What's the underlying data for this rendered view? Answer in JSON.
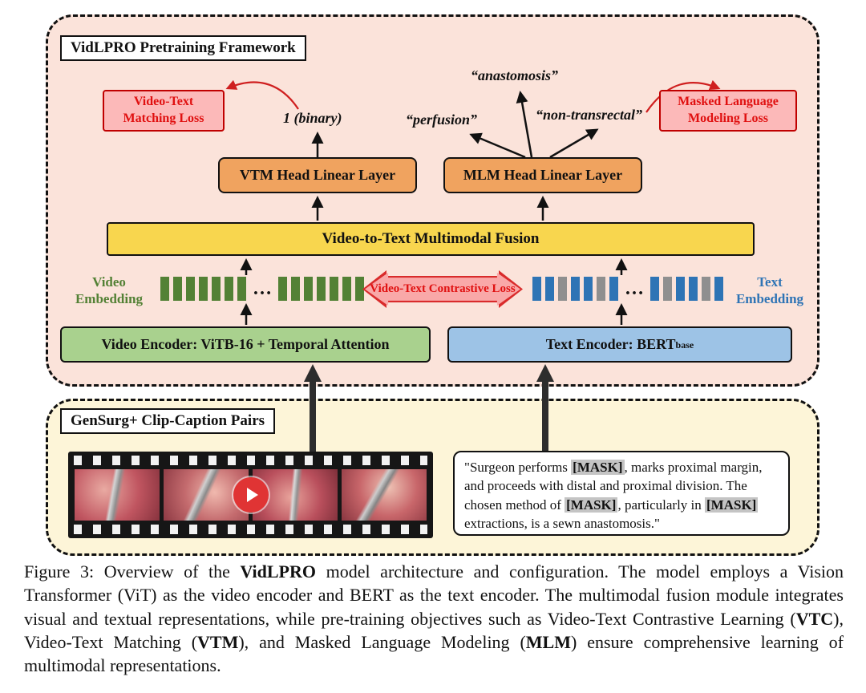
{
  "framework": {
    "title": "VidLPRO Pretraining Framework",
    "losses": {
      "vtm": "Video-Text Matching Loss",
      "mlm": "Masked Language Modeling Loss",
      "contrastive": "Video-Text Contrastive Loss"
    },
    "outputs": {
      "binary": "1 (binary)",
      "anastomosis": "“anastomosis”",
      "perfusion": "“perfusion”",
      "non_transrectal": "“non-transrectal”"
    },
    "heads": {
      "vtm": "VTM Head Linear Layer",
      "mlm": "MLM Head Linear Layer"
    },
    "fusion": "Video-to-Text Multimodal Fusion",
    "embedding_labels": {
      "video": "Video Embedding",
      "text": "Text Embedding"
    },
    "encoders": {
      "video": "Video Encoder: ViTB-16 + Temporal Attention",
      "text_main": "Text Encoder: BERT",
      "text_sub": "base"
    }
  },
  "embeddings": {
    "video_left": [
      "green",
      "green",
      "green",
      "green",
      "green",
      "green",
      "green"
    ],
    "video_right": [
      "green",
      "green",
      "green",
      "green",
      "green",
      "green",
      "green"
    ],
    "text_left": [
      "blue",
      "blue",
      "gray",
      "blue",
      "blue",
      "gray",
      "blue"
    ],
    "text_right": [
      "blue",
      "gray",
      "blue",
      "blue",
      "gray",
      "blue"
    ],
    "dots": "…"
  },
  "pairs": {
    "title": "GenSurg+ Clip-Caption Pairs",
    "text": [
      "\"Surgeon performs ",
      "[MASK]",
      ", marks proximal margin, and proceeds with distal and proximal division. The chosen method of ",
      "[MASK]",
      ", particularly in ",
      "[MASK]",
      " extractions, is a sewn anastomosis.\""
    ]
  },
  "caption": {
    "segments": [
      "Figure 3: Overview of the ",
      "VidLPRO",
      " model architecture and configuration. The model employs a Vision Transformer (ViT) as the video encoder and BERT as the text encoder. The multimodal fusion module integrates visual and textual representations, while pre-training objectives such as Video-Text Contrastive Learning (",
      "VTC",
      "), Video-Text Matching (",
      "VTM",
      "), and Masked Language Modeling (",
      "MLM",
      ") ensure comprehensive learning of multimodal representations."
    ]
  },
  "colors": {
    "framework_bg": "#fbe3da",
    "pairs_bg": "#fdf5d8",
    "loss_red_text": "#e01010",
    "loss_pink_bg": "#fcb9b9",
    "head_orange": "#f0a35f",
    "fusion_yellow": "#f8d64e",
    "encoder_green": "#a9d18e",
    "encoder_blue": "#9dc3e6",
    "token_green": "#538135",
    "token_blue": "#2e74b5",
    "token_gray": "#8f8f8f",
    "play_red": "#e03434"
  }
}
